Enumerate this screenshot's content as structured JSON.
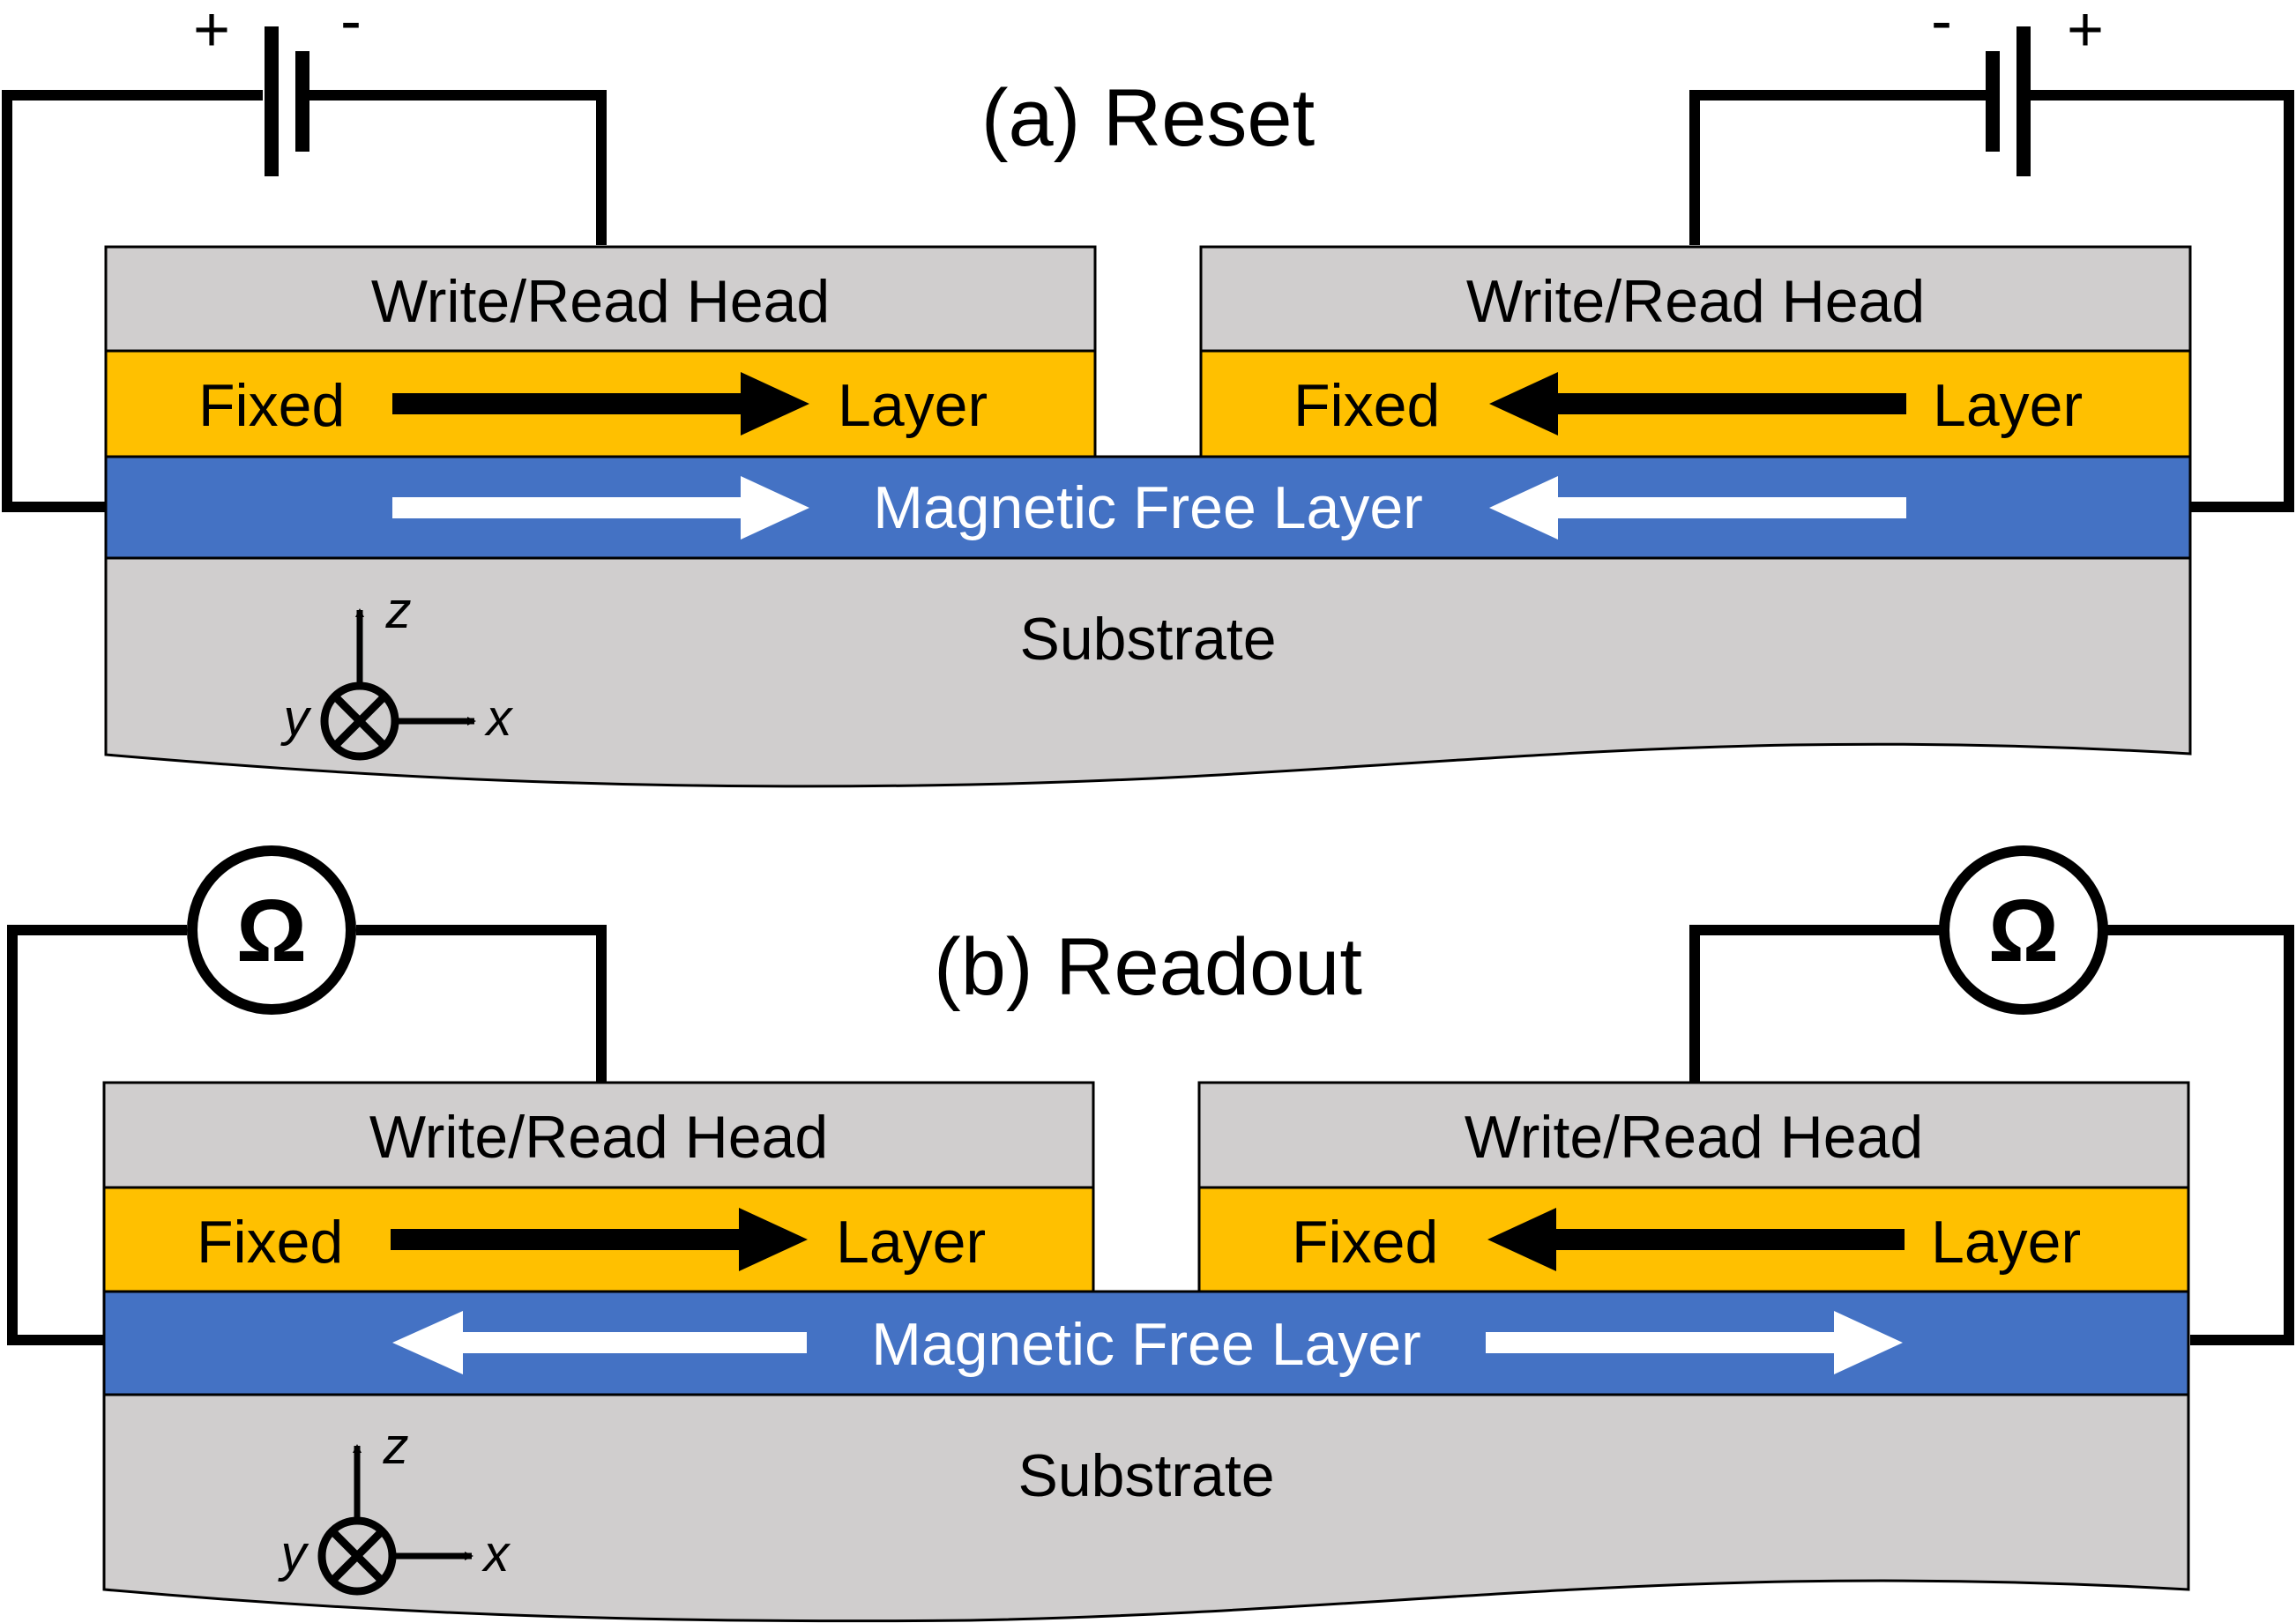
{
  "colors": {
    "head": "#d0cece",
    "fixed": "#ffc000",
    "free": "#4472c4",
    "substrate": "#d0cece",
    "wire": "#000000",
    "white_arrow": "#ffffff"
  },
  "panel_a": {
    "title": "(a) Reset",
    "left_head_label": "Write/Read Head",
    "right_head_label": "Write/Read Head",
    "left_fixed_label_1": "Fixed",
    "left_fixed_label_2": "Layer",
    "right_fixed_label_1": "Fixed",
    "right_fixed_label_2": "Layer",
    "free_layer_label": "Magnetic Free Layer",
    "substrate_label": "Substrate",
    "left_battery_plus": "+",
    "left_battery_minus": "-",
    "right_battery_minus": "-",
    "right_battery_plus": "+",
    "axis_z": "z",
    "axis_y": "y",
    "axis_x": "x"
  },
  "panel_b": {
    "title": "(b) Readout",
    "left_head_label": "Write/Read Head",
    "right_head_label": "Write/Read Head",
    "left_fixed_label_1": "Fixed",
    "left_fixed_label_2": "Layer",
    "right_fixed_label_1": "Fixed",
    "right_fixed_label_2": "Layer",
    "free_layer_label": "Magnetic Free Layer",
    "substrate_label": "Substrate",
    "left_ohmmeter_symbol": "Ω",
    "right_ohmmeter_symbol": "Ω",
    "axis_z": "z",
    "axis_y": "y",
    "axis_x": "x"
  }
}
